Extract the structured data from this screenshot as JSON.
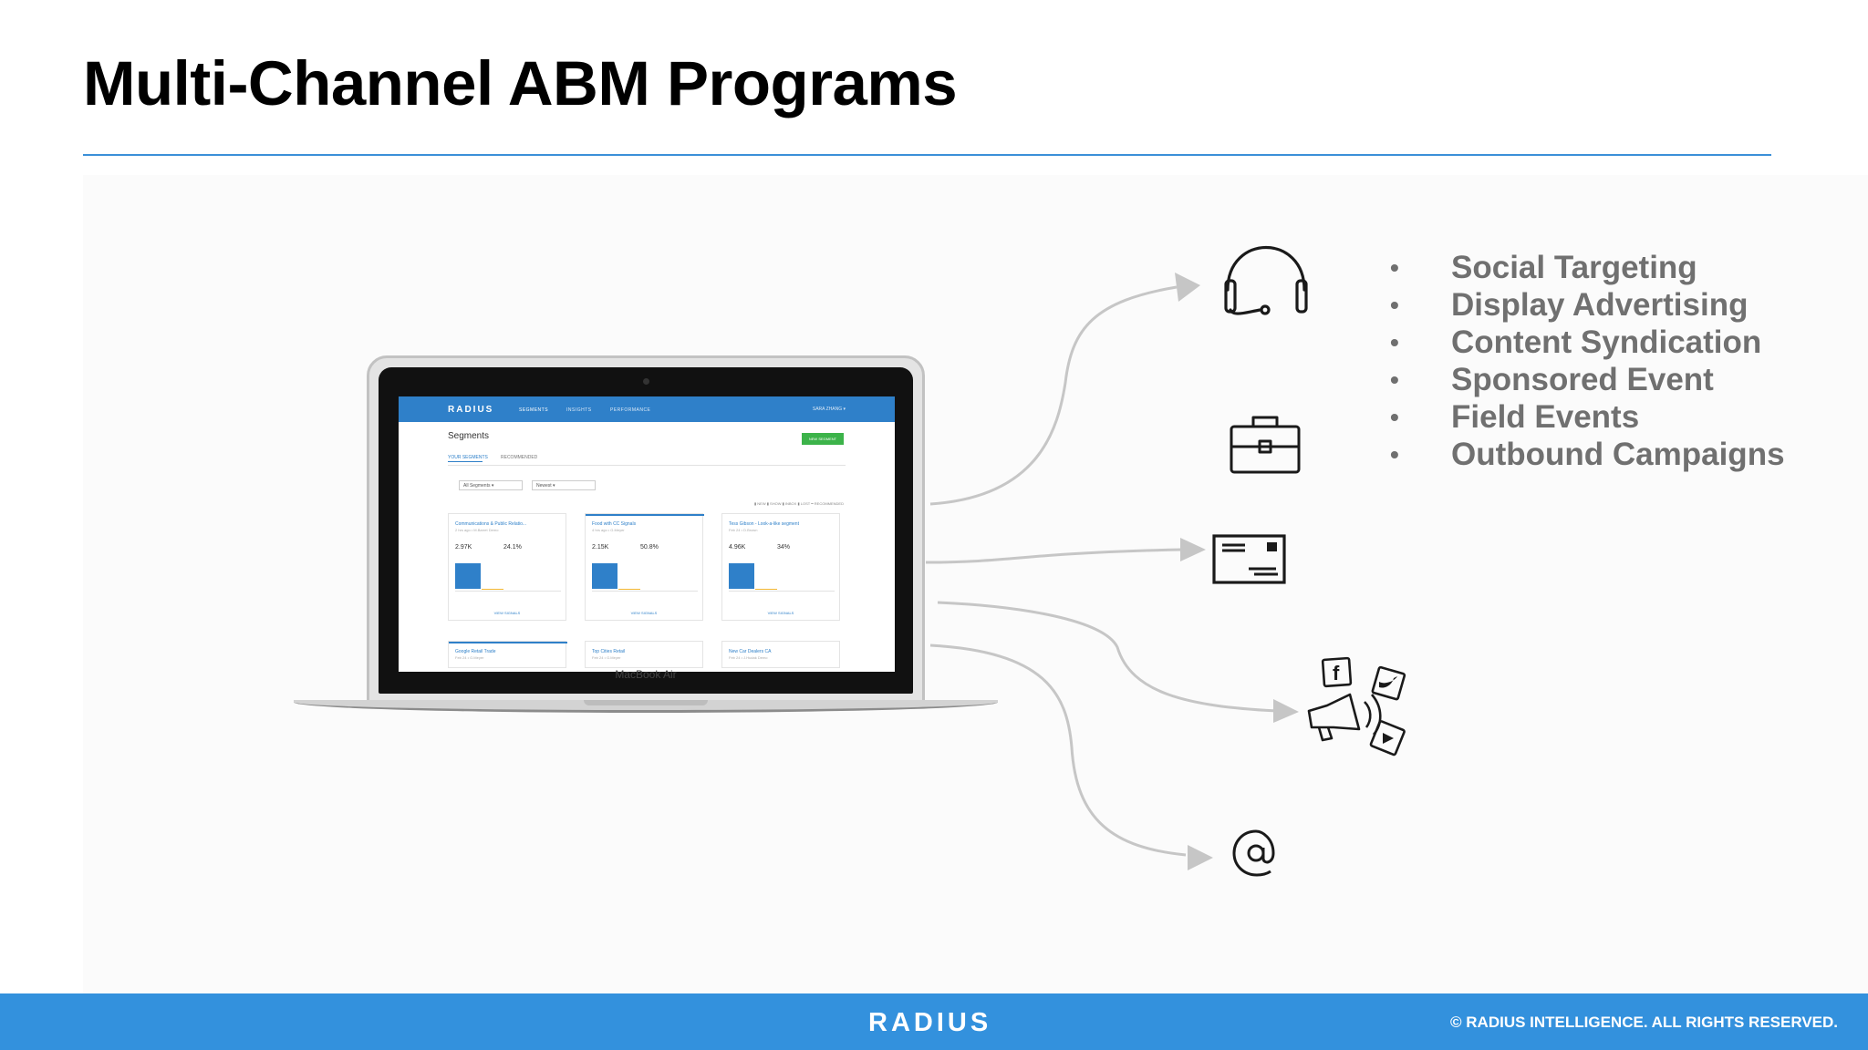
{
  "title": "Multi-Channel ABM Programs",
  "channels": [
    "Social Targeting",
    "Display Advertising",
    "Content Syndication",
    "Sponsored Event",
    "Field Events",
    "Outbound Campaigns"
  ],
  "bullet": "•",
  "footer": {
    "logo": "RADIUS",
    "copyright": "© RADIUS INTELLIGENCE. ALL RIGHTS RESERVED."
  },
  "laptop": {
    "brand": "MacBook Air",
    "app": {
      "logo": "RADIUS",
      "nav": [
        "SEGMENTS",
        "INSIGHTS",
        "PERFORMANCE"
      ],
      "user": "SARA ZHANG ▾",
      "page_title": "Segments",
      "new_button": "NEW SEGMENT",
      "tabs": [
        "YOUR SEGMENTS",
        "RECOMMENDED"
      ],
      "filter": "All Segments ▾",
      "sort": "Newest ▾",
      "legend": "▮ NEW ▮ SHOW ▮ INBOX ▮ LOST ━ RECOMMENDED",
      "view_signals": "VIEW SIGNALS",
      "cards": [
        {
          "name": "Communications & Public Relatio...",
          "sub": "2 hrs ago • M.Barret Demo",
          "v1": "2.97K",
          "v2": "24.1%"
        },
        {
          "name": "Food with CC Signals",
          "sub": "4 hrs ago • G.Meyer",
          "v1": "2.15K",
          "v2": "50.8%"
        },
        {
          "name": "Tess Gibson - Look-a-like segment",
          "sub": "Feb 24 • D.Brown",
          "v1": "4.96K",
          "v2": "34%"
        },
        {
          "name": "Google Retail Trade",
          "sub": "Feb 24 • G.Meyer"
        },
        {
          "name": "Top Cities Retail",
          "sub": "Feb 24 • G.Meyer"
        },
        {
          "name": "New Car Dealers CA",
          "sub": "Feb 24 • J.Hudak Demo"
        }
      ]
    }
  },
  "icons": [
    "headset-icon",
    "briefcase-icon",
    "envelope-icon",
    "megaphone-social-icon",
    "at-sign-icon"
  ],
  "colors": {
    "accent": "#3391dd",
    "bullet_text": "#707070",
    "arrow": "#c6c6c6"
  }
}
